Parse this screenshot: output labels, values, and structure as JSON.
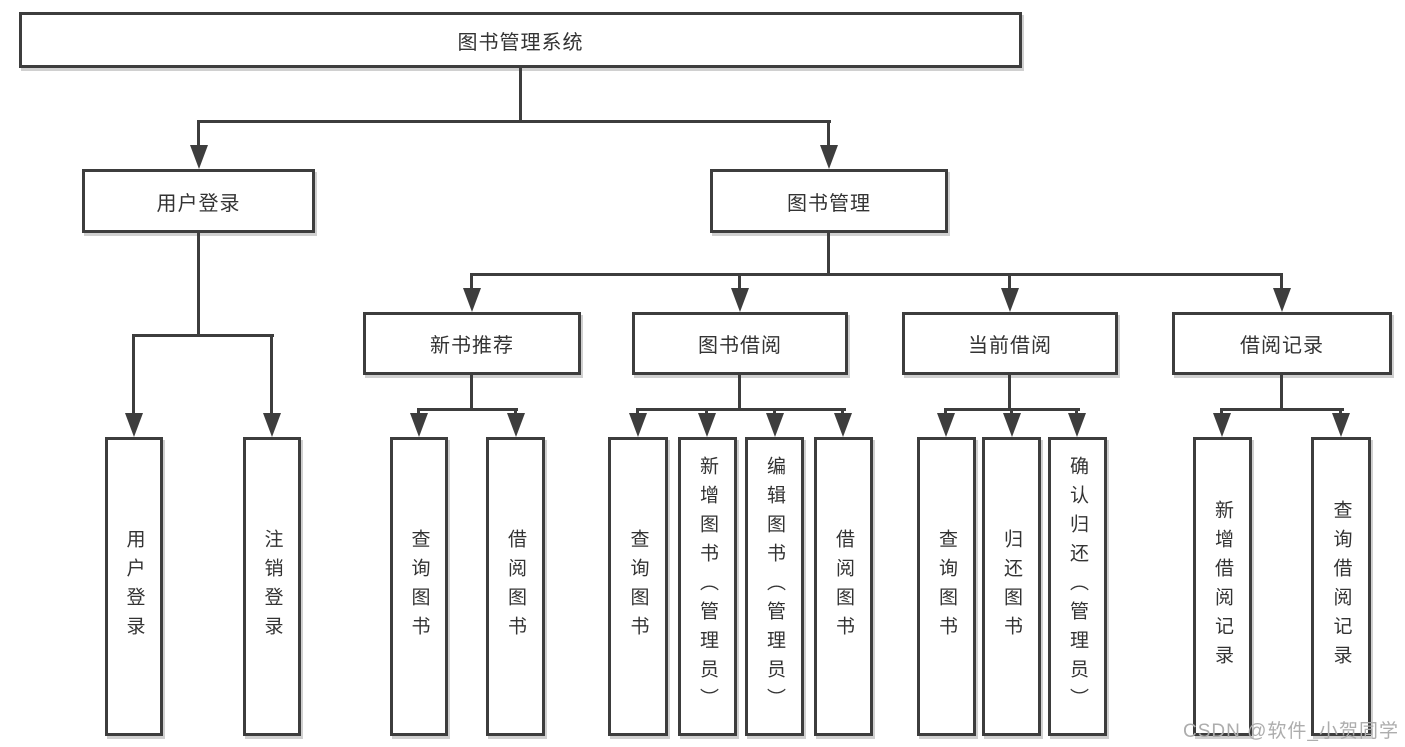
{
  "diagram": {
    "root": {
      "label": "图书管理系统"
    },
    "level2": [
      {
        "label": "用户登录"
      },
      {
        "label": "图书管理"
      }
    ],
    "level3": [
      {
        "label": "新书推荐"
      },
      {
        "label": "图书借阅"
      },
      {
        "label": "当前借阅"
      },
      {
        "label": "借阅记录"
      }
    ],
    "leaves": [
      {
        "label": "用户登录"
      },
      {
        "label": "注销登录"
      },
      {
        "label": "查询图书"
      },
      {
        "label": "借阅图书"
      },
      {
        "label": "查询图书"
      },
      {
        "label": "新增图书（管理员）"
      },
      {
        "label": "编辑图书（管理员）"
      },
      {
        "label": "借阅图书"
      },
      {
        "label": "查询图书"
      },
      {
        "label": "归还图书"
      },
      {
        "label": "确认归还（管理员）"
      },
      {
        "label": "新增借阅记录"
      },
      {
        "label": "查询借阅记录"
      }
    ],
    "watermark": "CSDN @软件_小贺同学",
    "colors": {
      "line": "#3d3d3d",
      "text": "#333333",
      "watermark": "#adadad",
      "background": "#ffffff"
    }
  }
}
